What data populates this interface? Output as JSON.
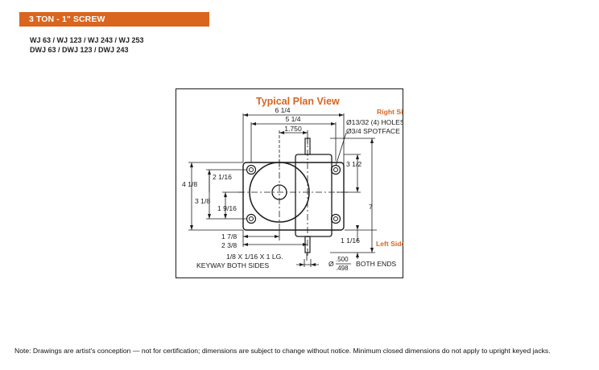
{
  "header": {
    "title": "3 TON - 1\" SCREW",
    "models_line1": "WJ 63 / WJ 123 / WJ 243 / WJ 253",
    "models_line2": "DWJ 63 / DWJ 123 / DWJ 243"
  },
  "drawing": {
    "title": "Typical Plan View",
    "right_side_label": "Right Side",
    "left_side_label": "Left Side",
    "dim_overall_width": "6 1/4",
    "dim_bolt_width": "5 1/4",
    "dim_center_offset": "1.750",
    "holes_note": "Ø13/32 (4) HOLES",
    "spotface_note": "Ø3/4 SPOTFACE",
    "dim_right_upper": "3 1/2",
    "dim_overall_height_right": "7",
    "dim_right_lower": "1 1/16",
    "dim_left_outer": "4 1/8",
    "dim_left_upper": "2 1/16",
    "dim_left_mid": "3 1/8",
    "dim_left_inner": "1 9/16",
    "dim_bottom_1": "1 7/8",
    "dim_bottom_2": "2 3/8",
    "keyway_line1": "1/8 X 1/16 X 1 LG.",
    "keyway_line2": "KEYWAY BOTH SIDES",
    "shaft_dia_upper": ".500",
    "shaft_dia_lower": ".498",
    "shaft_dia_prefix": "Ø",
    "shaft_dia_note": "BOTH ENDS",
    "colors": {
      "accent": "#d9651e",
      "line": "#1a1a1a"
    }
  },
  "footnote": "Note: Drawings are artist's conception — not for certification; dimensions are subject to change without notice. Minimum closed dimensions do not apply to upright keyed jacks."
}
